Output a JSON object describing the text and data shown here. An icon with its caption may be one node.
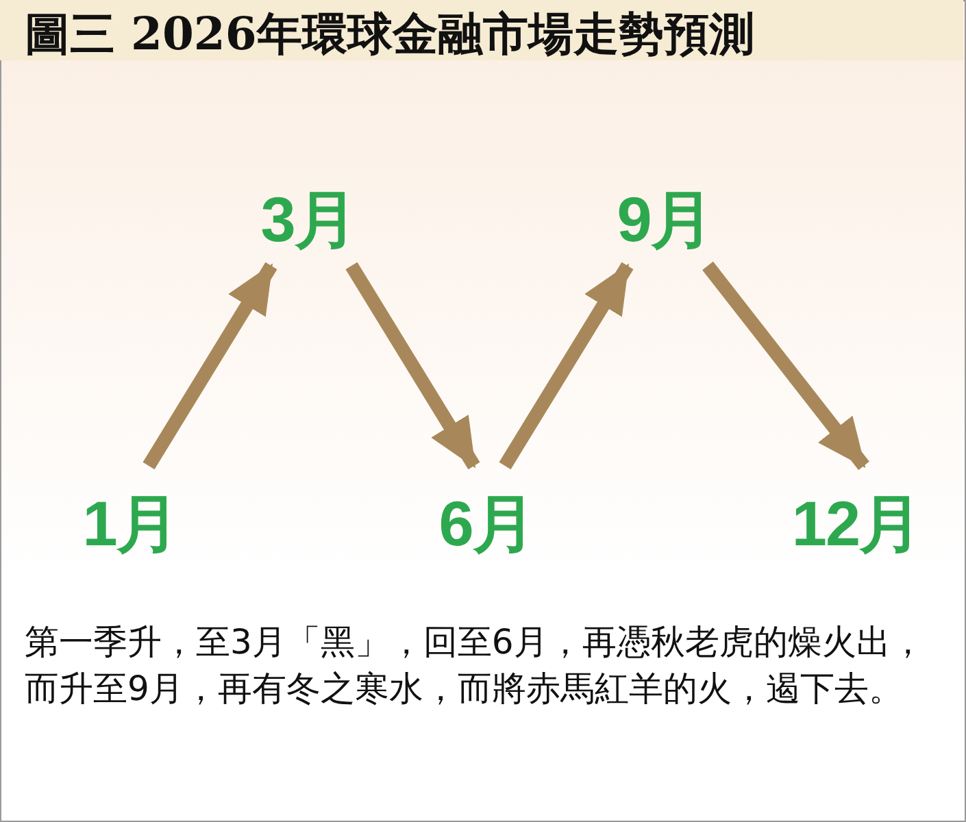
{
  "diagram": {
    "title": "圖三 2026年環球金融市場走勢預測",
    "nodes": [
      {
        "text": [
          "1月"
        ]
      },
      {
        "text": [
          "3月"
        ]
      },
      {
        "text": [
          "6月"
        ]
      },
      {
        "text": [
          "9月"
        ]
      },
      {
        "text": [
          "12月"
        ]
      }
    ],
    "edges": [
      {
        "from": 0,
        "to": 1,
        "arrow": "to"
      },
      {
        "from": 1,
        "to": 2,
        "arrow": "to"
      },
      {
        "from": 2,
        "to": 3,
        "arrow": "to"
      },
      {
        "from": 3,
        "to": 4,
        "arrow": "to"
      }
    ],
    "caption": "第一季升，至3月「黑」，回至6月，再憑秋老虎的燥火出，而升至9月，再有冬之寒水，而將赤馬紅羊的火，遏下去。"
  }
}
